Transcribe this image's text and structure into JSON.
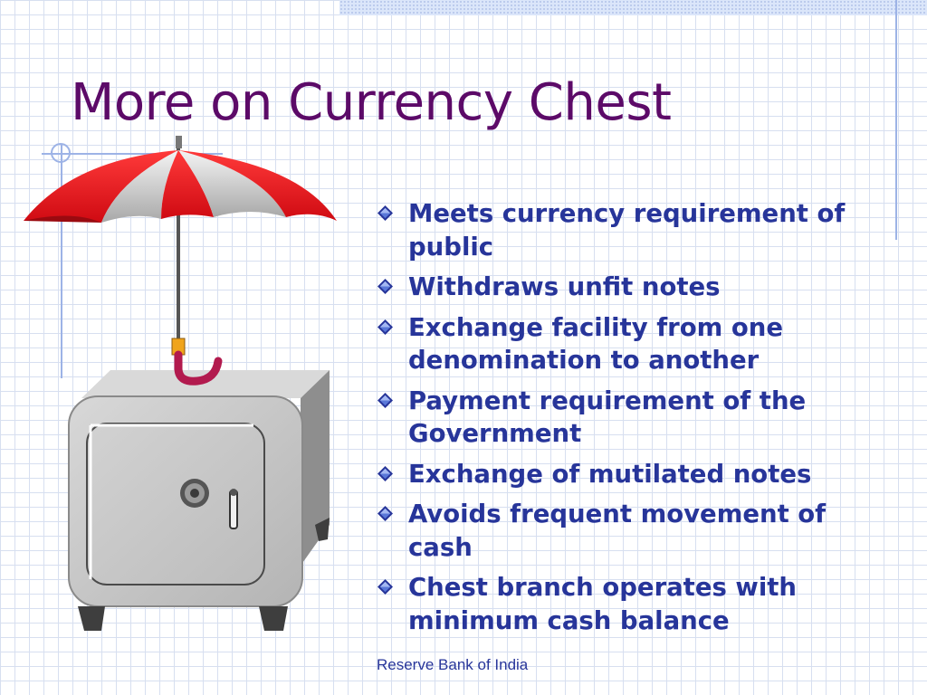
{
  "slide": {
    "title": "More on Currency Chest",
    "bullets": [
      "Meets currency requirement of public",
      "Withdraws unfit notes",
      "Exchange facility from one denomination to another",
      "Payment requirement of the Government",
      "Exchange of mutilated notes",
      "Avoids frequent movement of cash",
      "Chest branch operates with minimum cash balance"
    ],
    "footer": "Reserve Bank of India",
    "bullet_icon": "diamond-bullet-icon",
    "illustration": "umbrella-over-safe-illustration"
  },
  "colors": {
    "title": "#5c0a68",
    "body_text": "#27359a",
    "grid": "#d7dff0",
    "accent_rule": "#9db3e6",
    "umbrella_red": "#e8101c",
    "safe_gray": "#c4c4c4"
  }
}
